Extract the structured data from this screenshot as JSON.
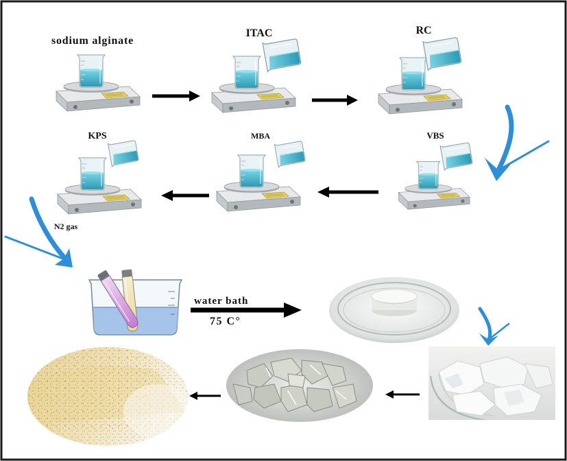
{
  "figure": {
    "step1_label": "sodium alginate",
    "step2_label": "ITAC",
    "step3_label": "RC",
    "step4_label": "VBS",
    "step5_label": "MBA",
    "step6_label": "KPS",
    "gas_label": "N2 gas",
    "bath_label": "water bath",
    "temperature_label": "75 C°"
  },
  "icons": [
    "balance-icon",
    "beaker-icon",
    "pouring-beaker-icon",
    "test-tube-icon",
    "arrow-icon"
  ],
  "colors": {
    "liquid": "#3fb0c8",
    "flow_arrow_blue": "#2d8fd9",
    "step_arrow": "#000000",
    "balance_display": "#e3d060",
    "bath_water": "#9dbde8"
  }
}
